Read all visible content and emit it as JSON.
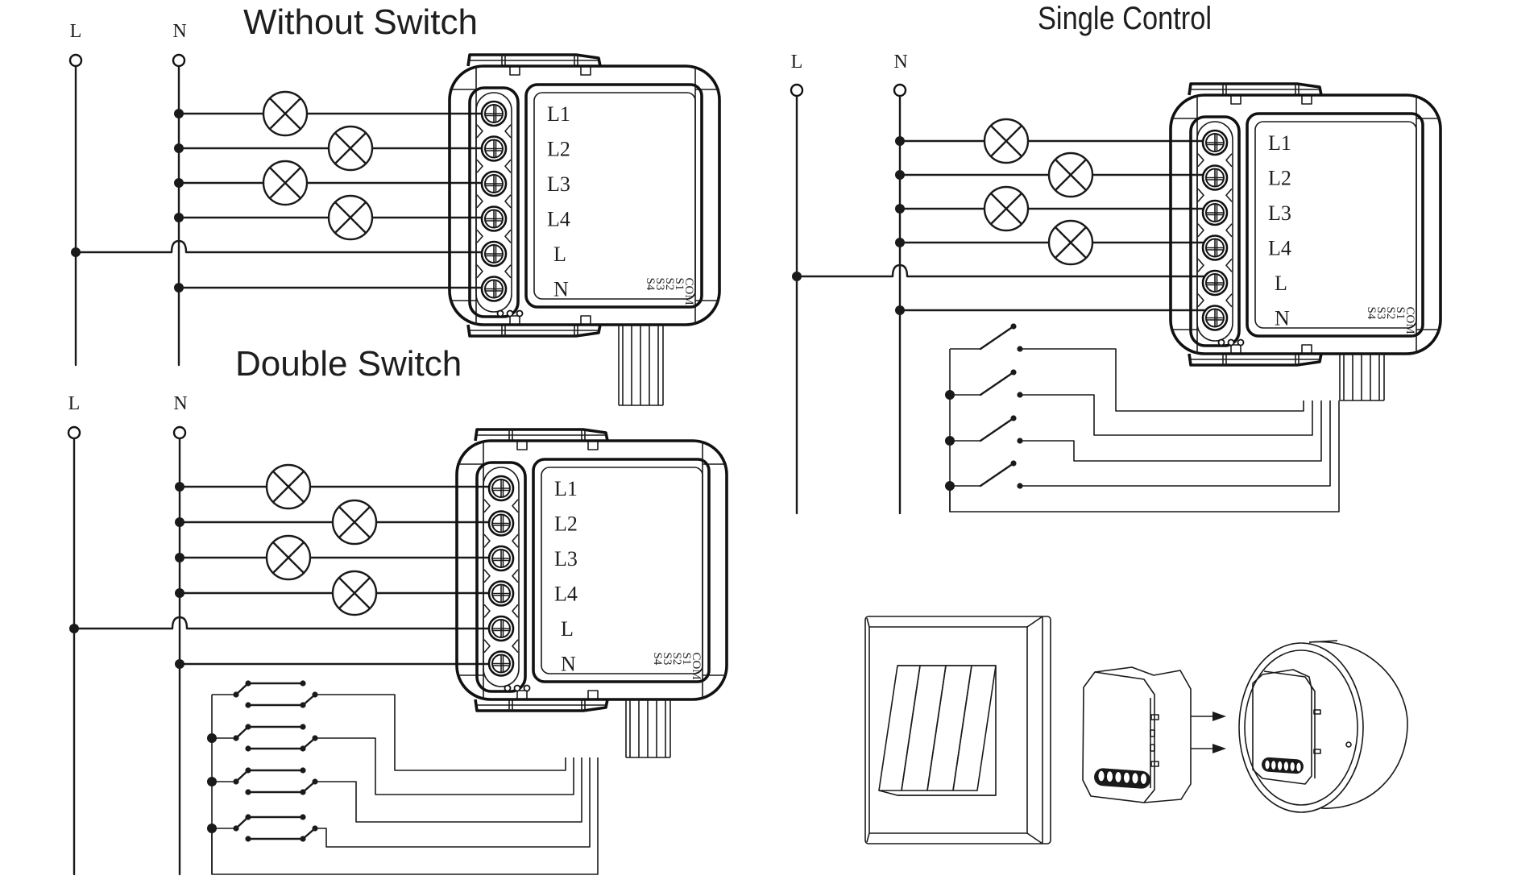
{
  "figure": {
    "kind": "wiring-diagram",
    "subject": "4-gang smart switch relay module wiring"
  },
  "sections": {
    "without_switch": {
      "title": "Without Switch",
      "supply_labels": {
        "live": "L",
        "neutral": "N"
      }
    },
    "double_switch": {
      "title": "Double Switch",
      "supply_labels": {
        "live": "L",
        "neutral": "N"
      }
    },
    "single_control": {
      "title": "Single Control",
      "supply_labels": {
        "live": "L",
        "neutral": "N"
      }
    },
    "installation": {
      "steps": [
        "wall-switch-plate",
        "relay-module",
        "wall-back-box"
      ],
      "arrow_count": 2
    }
  },
  "module": {
    "terminal_labels": [
      "L1",
      "L2",
      "L3",
      "L4",
      "L",
      "N"
    ],
    "switch_input_labels": [
      "COM",
      "S1",
      "S2",
      "S3",
      "S4"
    ],
    "indicator_dots": 3,
    "lamp_count": 4
  },
  "install_module": {
    "terminal_count": 6
  }
}
